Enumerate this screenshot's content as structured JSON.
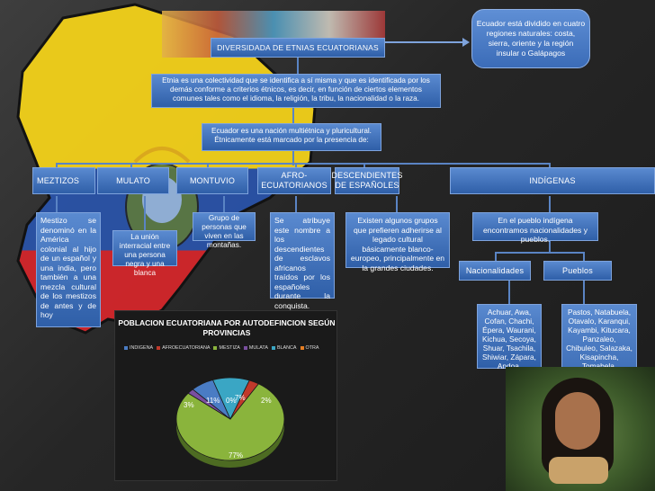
{
  "callout": {
    "text": "Ecuador está dividido en cuatro regiones naturales: costa, sierra, oriente y la región insular o Galápagos"
  },
  "title": {
    "text": "DIVERSIDADA DE ETNIAS ECUATORIANAS"
  },
  "definition": {
    "text": "Etnia es una colectividad que se identifica a sí misma y que es identificada por los demás conforme a criterios étnicos, es decir, en función de ciertos elementos comunes tales como el idioma, la religión, la tribu, la nacionalidad o la raza."
  },
  "nation": {
    "text": "Ecuador es una nación multiétnica y pluricultural. Étnicamente está marcado por la presencia de:"
  },
  "categories": {
    "mestizos": {
      "label": "MEZTIZOS",
      "desc": "Mestizo se denominó en la América colonial al hijo de un español y una india, pero también a una mezcla cultural de los mestizos de antes y de hoy"
    },
    "mulato": {
      "label": "MULATO",
      "desc": "La unión interracial entre una persona negra y una blanca"
    },
    "montuvio": {
      "label": "MONTUVIO",
      "desc": "Grupo de personas que viven en las montañas."
    },
    "afro": {
      "label": "AFRO-ECUATORIANOS",
      "desc": "Se atribuye este nombre a los descendientes de esclavos africanos traídos por los españoles durante la conquista."
    },
    "espanoles": {
      "label": "DESCENDIENTES DE ESPAÑOLES",
      "desc": "Existen algunos grupos que prefieren adherirse al legado cultural básicamente blanco-europeo, principalmente en la grandes ciudades."
    },
    "indigenas": {
      "label": "INDÍGENAS",
      "desc": "En el pueblo indígena encontramos nacionalidades y pueblos."
    }
  },
  "nacionalidades": {
    "label": "Nacionalidades",
    "list": "Achuar, Awa, Cofan, Chachi, Épera, Waurani, Kichua, Secoya, Shuar, Tsachila, Shiwiar, Zápara, Andoa."
  },
  "pueblos": {
    "label": "Pueblos",
    "list": "Pastos, Natabuela, Otavalo, Karanqui, Kayambi, Kitucara, Panzaleo, Chibuleo, Salazaka, Kisapincha, Tomabela, Waranka, Puruhá, Kañari, Saraguro, Paltas, Manta, Huancavilca."
  },
  "chart_data": {
    "type": "pie",
    "title": "POBLACION ECUATORIANA POR AUTODEFINCION SEGÚN PROVINCIAS",
    "categories": [
      "INDIGENA",
      "AFROECUATORIANA",
      "MESTIZA",
      "MULATA",
      "BLANCA",
      "OTRA"
    ],
    "values": [
      7,
      3,
      77,
      2,
      11,
      0
    ],
    "labels": [
      "7%",
      "3%",
      "77%",
      "2%",
      "11%",
      "0%"
    ],
    "colors": [
      "#4a7cc4",
      "#c0392b",
      "#8ab43c",
      "#7a4fa0",
      "#3aa6c4",
      "#e67e22"
    ],
    "legend_position": "top"
  }
}
